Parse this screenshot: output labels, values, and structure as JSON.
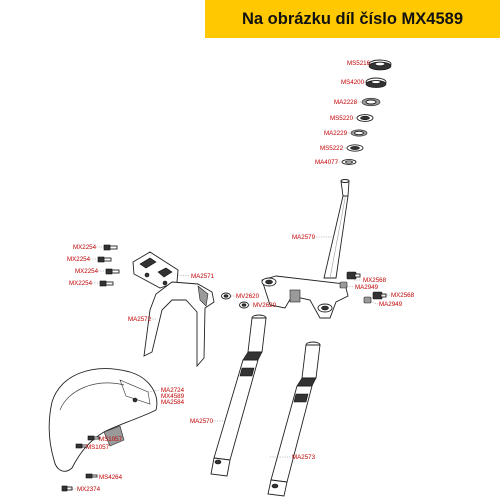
{
  "banner": {
    "title": "Na obrázku díl číslo MX4589",
    "background": "#ffc800"
  },
  "label_color": "#c00000",
  "labels": {
    "ms5216": "MS5216",
    "ms4200": "MS4200",
    "ma2228": "MA2228",
    "ms5220": "MS5220",
    "ma2229": "MA2229",
    "ms5222": "MS5222",
    "ma4077": "MA4077",
    "ma2579": "MA2579",
    "mx2254_1": "MX2254",
    "mx2254_2": "MX2254",
    "mx2254_3": "MX2254",
    "mx2254_4": "MX2254",
    "ma2571": "MA2571",
    "mx2568_1": "MX2568",
    "ma2949_1": "MA2949",
    "mx2568_2": "MX2568",
    "ma2949_2": "MA2949",
    "mv2620_1": "MV2620",
    "mv2620_2": "MV2620",
    "ma2572": "MA2572",
    "ma2724": "MA2724",
    "mx4589": "MX4589",
    "ma2584": "MA2584",
    "ma2570": "MA2570",
    "ms1057_1": "MS1057",
    "ms1057_2": "MS1057",
    "ma2573": "MA2573",
    "ms4264": "MS4264",
    "mx2374": "MX2374"
  }
}
